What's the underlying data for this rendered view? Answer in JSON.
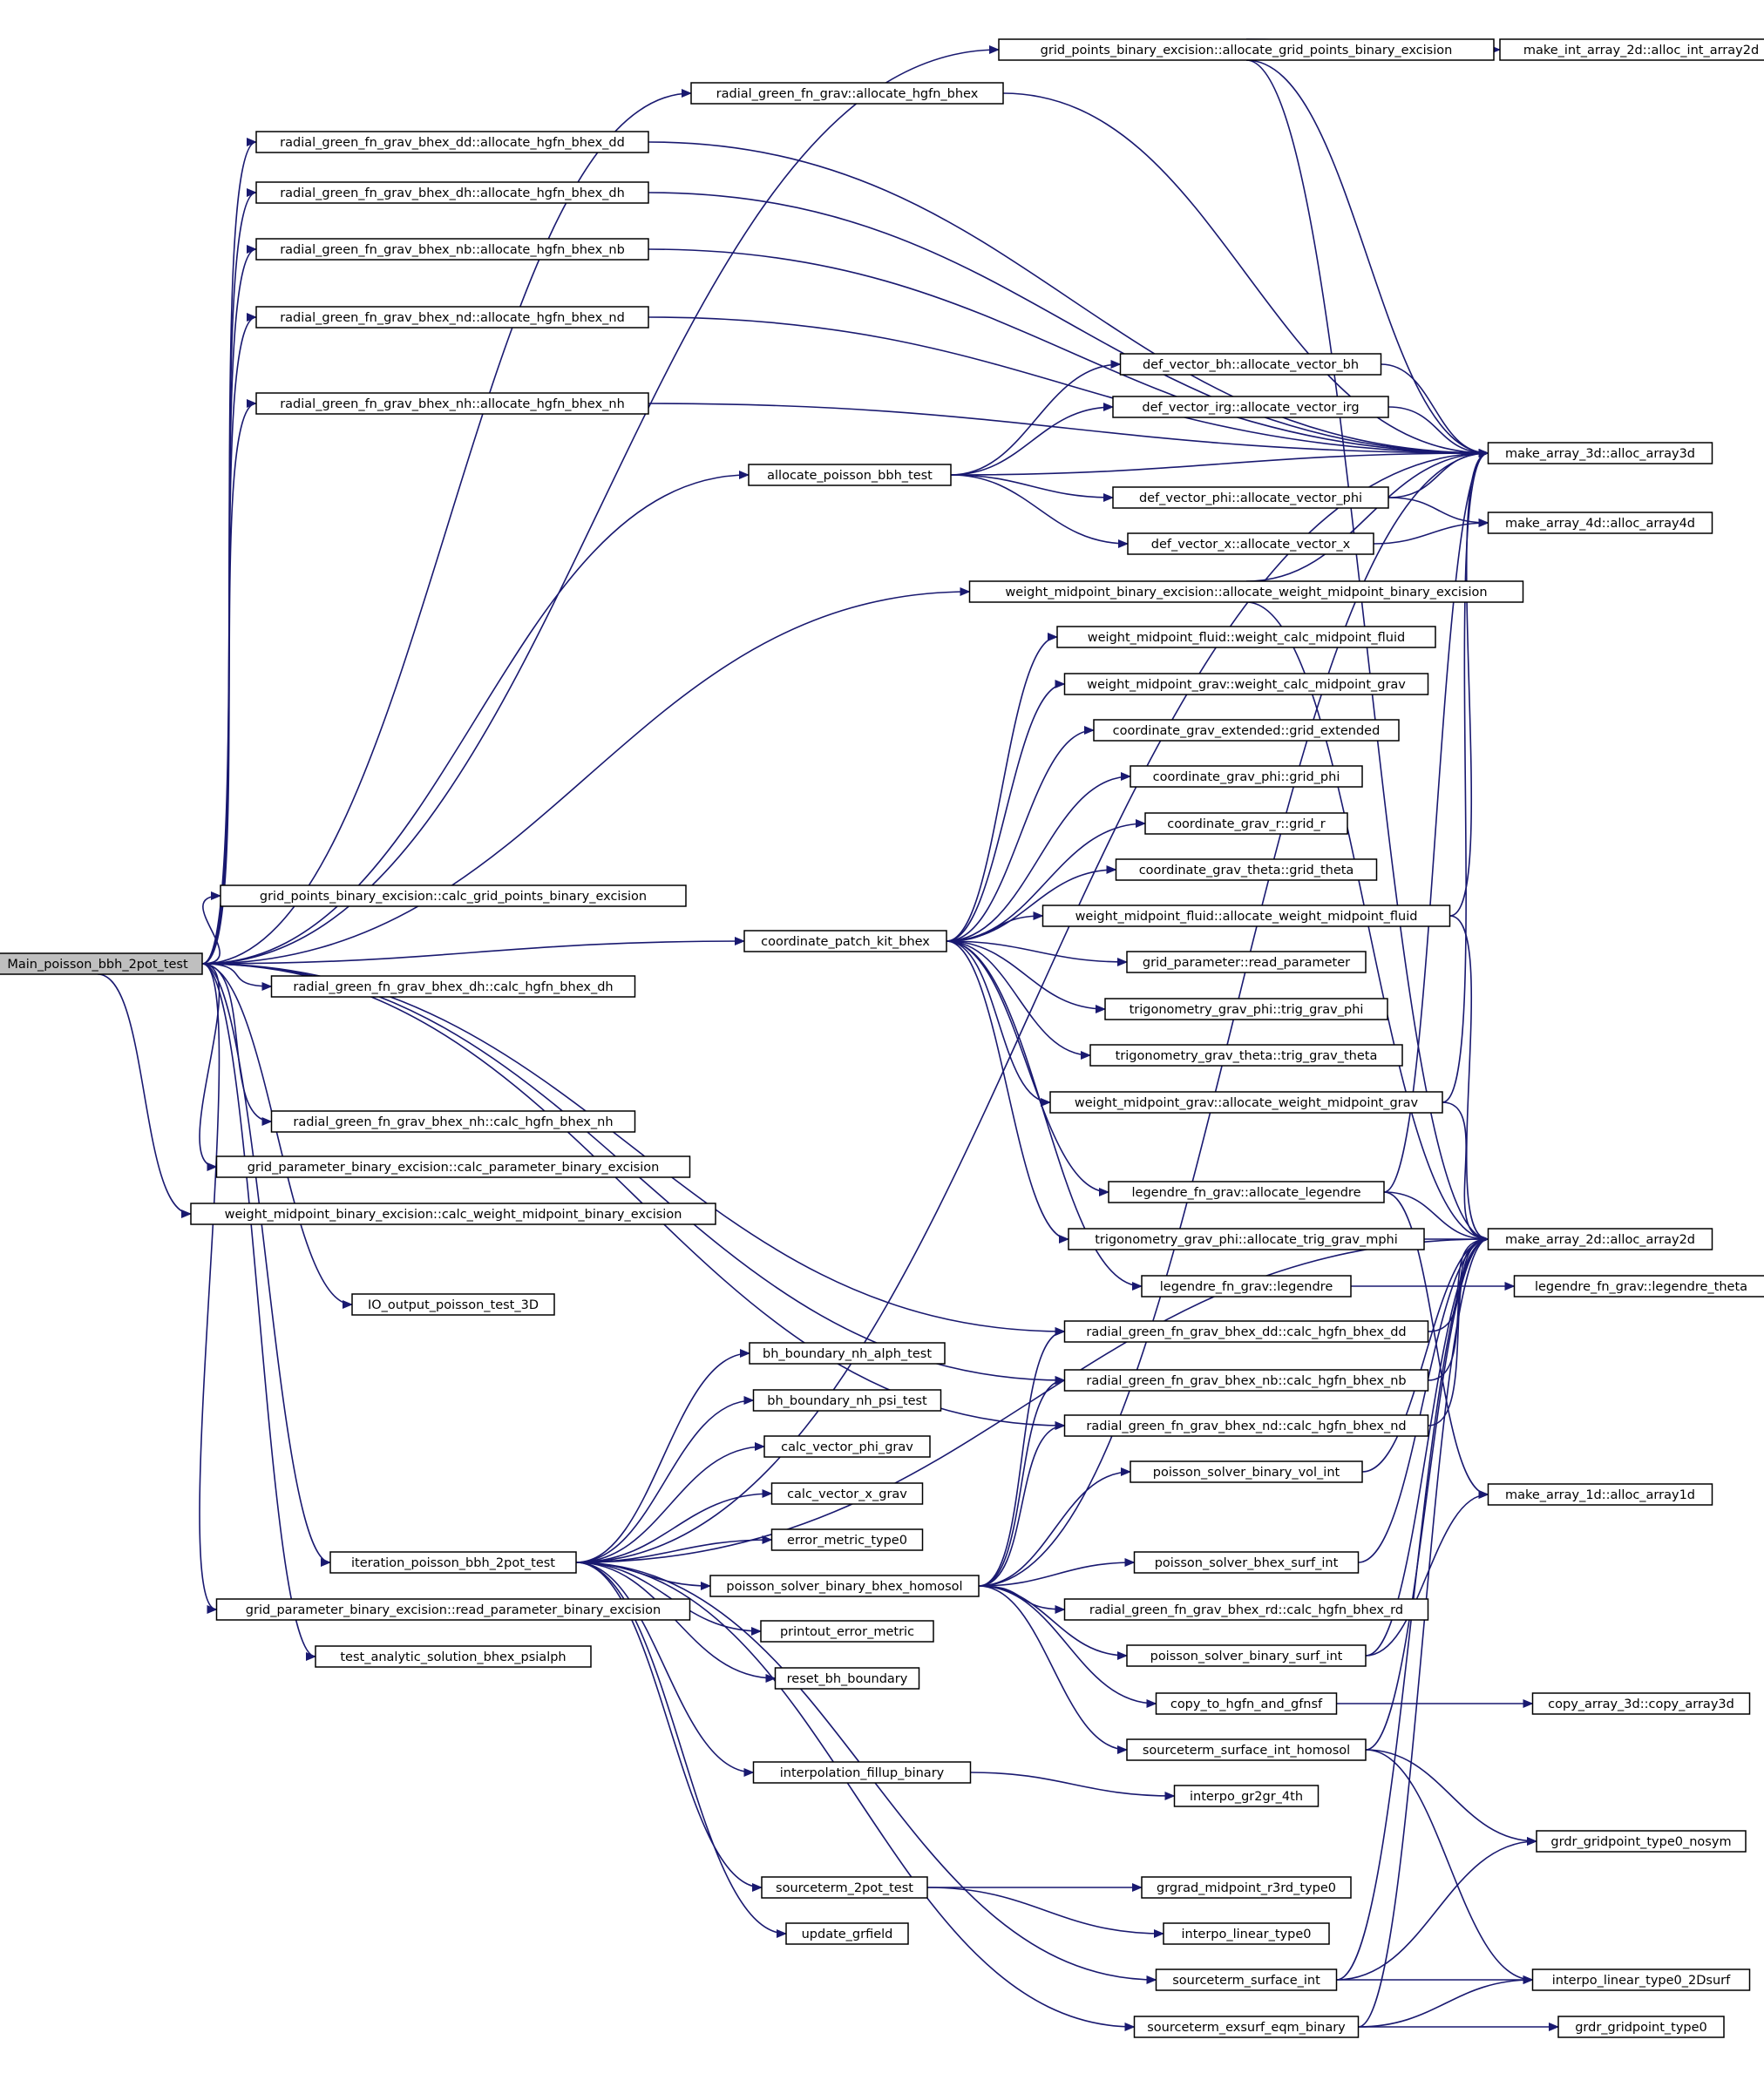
{
  "diagram": {
    "type": "call-graph",
    "colors": {
      "edge": "#191970",
      "root_fill": "#bfbfbf",
      "node_fill": "#ffffff",
      "border": "#000000"
    },
    "nodes": [
      {
        "id": "main",
        "label": "Main_poisson_bbh_2pot_test",
        "root": true
      },
      {
        "id": "gp_alloc",
        "label": "grid_points_binary_excision::allocate_grid_points_binary_excision"
      },
      {
        "id": "int2d",
        "label": "make_int_array_2d::alloc_int_array2d"
      },
      {
        "id": "rg_alloc",
        "label": "radial_green_fn_grav::allocate_hgfn_bhex"
      },
      {
        "id": "dd_alloc",
        "label": "radial_green_fn_grav_bhex_dd::allocate_hgfn_bhex_dd"
      },
      {
        "id": "dh_alloc",
        "label": "radial_green_fn_grav_bhex_dh::allocate_hgfn_bhex_dh"
      },
      {
        "id": "nb_alloc",
        "label": "radial_green_fn_grav_bhex_nb::allocate_hgfn_bhex_nb"
      },
      {
        "id": "nd_alloc",
        "label": "radial_green_fn_grav_bhex_nd::allocate_hgfn_bhex_nd"
      },
      {
        "id": "nh_alloc",
        "label": "radial_green_fn_grav_bhex_nh::allocate_hgfn_bhex_nh"
      },
      {
        "id": "vbh",
        "label": "def_vector_bh::allocate_vector_bh"
      },
      {
        "id": "virg",
        "label": "def_vector_irg::allocate_vector_irg"
      },
      {
        "id": "a3d",
        "label": "make_array_3d::alloc_array3d"
      },
      {
        "id": "apbt",
        "label": "allocate_poisson_bbh_test"
      },
      {
        "id": "vphi",
        "label": "def_vector_phi::allocate_vector_phi"
      },
      {
        "id": "a4d",
        "label": "make_array_4d::alloc_array4d"
      },
      {
        "id": "vx",
        "label": "def_vector_x::allocate_vector_x"
      },
      {
        "id": "wm_alloc",
        "label": "weight_midpoint_binary_excision::allocate_weight_midpoint_binary_excision"
      },
      {
        "id": "wmf_calc",
        "label": "weight_midpoint_fluid::weight_calc_midpoint_fluid"
      },
      {
        "id": "wmg_calc",
        "label": "weight_midpoint_grav::weight_calc_midpoint_grav"
      },
      {
        "id": "cge",
        "label": "coordinate_grav_extended::grid_extended"
      },
      {
        "id": "cgphi",
        "label": "coordinate_grav_phi::grid_phi"
      },
      {
        "id": "cgr",
        "label": "coordinate_grav_r::grid_r"
      },
      {
        "id": "cgth",
        "label": "coordinate_grav_theta::grid_theta"
      },
      {
        "id": "gp_calc",
        "label": "grid_points_binary_excision::calc_grid_points_binary_excision"
      },
      {
        "id": "wmf_alloc",
        "label": "weight_midpoint_fluid::allocate_weight_midpoint_fluid"
      },
      {
        "id": "cpk",
        "label": "coordinate_patch_kit_bhex"
      },
      {
        "id": "gpr",
        "label": "grid_parameter::read_parameter"
      },
      {
        "id": "dh_calc",
        "label": "radial_green_fn_grav_bhex_dh::calc_hgfn_bhex_dh"
      },
      {
        "id": "tphi",
        "label": "trigonometry_grav_phi::trig_grav_phi"
      },
      {
        "id": "tth",
        "label": "trigonometry_grav_theta::trig_grav_theta"
      },
      {
        "id": "wmg_alloc",
        "label": "weight_midpoint_grav::allocate_weight_midpoint_grav"
      },
      {
        "id": "nh_calc",
        "label": "radial_green_fn_grav_bhex_nh::calc_hgfn_bhex_nh"
      },
      {
        "id": "gpbe_calc",
        "label": "grid_parameter_binary_excision::calc_parameter_binary_excision"
      },
      {
        "id": "lalloc",
        "label": "legendre_fn_grav::allocate_legendre"
      },
      {
        "id": "wmbe_calc",
        "label": "weight_midpoint_binary_excision::calc_weight_midpoint_binary_excision"
      },
      {
        "id": "tmphi",
        "label": "trigonometry_grav_phi::allocate_trig_grav_mphi"
      },
      {
        "id": "a2d",
        "label": "make_array_2d::alloc_array2d"
      },
      {
        "id": "leg",
        "label": "legendre_fn_grav::legendre"
      },
      {
        "id": "legth",
        "label": "legendre_fn_grav::legendre_theta"
      },
      {
        "id": "io",
        "label": "IO_output_poisson_test_3D"
      },
      {
        "id": "dd_calc",
        "label": "radial_green_fn_grav_bhex_dd::calc_hgfn_bhex_dd"
      },
      {
        "id": "alph",
        "label": "bh_boundary_nh_alph_test"
      },
      {
        "id": "nb_calc",
        "label": "radial_green_fn_grav_bhex_nb::calc_hgfn_bhex_nb"
      },
      {
        "id": "psi",
        "label": "bh_boundary_nh_psi_test"
      },
      {
        "id": "nd_calc",
        "label": "radial_green_fn_grav_bhex_nd::calc_hgfn_bhex_nd"
      },
      {
        "id": "cvphi",
        "label": "calc_vector_phi_grav"
      },
      {
        "id": "psbvi",
        "label": "poisson_solver_binary_vol_int"
      },
      {
        "id": "cvx",
        "label": "calc_vector_x_grav"
      },
      {
        "id": "a1d",
        "label": "make_array_1d::alloc_array1d"
      },
      {
        "id": "emt",
        "label": "error_metric_type0"
      },
      {
        "id": "ipbt",
        "label": "iteration_poisson_bbh_2pot_test"
      },
      {
        "id": "psbsi",
        "label": "poisson_solver_bhex_surf_int"
      },
      {
        "id": "psbbh",
        "label": "poisson_solver_binary_bhex_homosol"
      },
      {
        "id": "gpbe_read",
        "label": "grid_parameter_binary_excision::read_parameter_binary_excision"
      },
      {
        "id": "rd_calc",
        "label": "radial_green_fn_grav_bhex_rd::calc_hgfn_bhex_rd"
      },
      {
        "id": "pem",
        "label": "printout_error_metric"
      },
      {
        "id": "tas",
        "label": "test_analytic_solution_bhex_psialph"
      },
      {
        "id": "psbsurf",
        "label": "poisson_solver_binary_surf_int"
      },
      {
        "id": "rbb",
        "label": "reset_bh_boundary"
      },
      {
        "id": "cth",
        "label": "copy_to_hgfn_and_gfnsf"
      },
      {
        "id": "c3d",
        "label": "copy_array_3d::copy_array3d"
      },
      {
        "id": "ssih",
        "label": "sourceterm_surface_int_homosol"
      },
      {
        "id": "ifb",
        "label": "interpolation_fillup_binary"
      },
      {
        "id": "ig2g",
        "label": "interpo_gr2gr_4th"
      },
      {
        "id": "gt0n",
        "label": "grdr_gridpoint_type0_nosym"
      },
      {
        "id": "s2p",
        "label": "sourceterm_2pot_test"
      },
      {
        "id": "ggm",
        "label": "grgrad_midpoint_r3rd_type0"
      },
      {
        "id": "ilt0",
        "label": "interpo_linear_type0"
      },
      {
        "id": "ugr",
        "label": "update_grfield"
      },
      {
        "id": "ssi",
        "label": "sourceterm_surface_int"
      },
      {
        "id": "ilt2",
        "label": "interpo_linear_type0_2Dsurf"
      },
      {
        "id": "seb",
        "label": "sourceterm_exsurf_eqm_binary"
      },
      {
        "id": "gt0",
        "label": "grdr_gridpoint_type0"
      }
    ],
    "edges": [
      [
        "main",
        "gp_alloc"
      ],
      [
        "main",
        "rg_alloc"
      ],
      [
        "main",
        "dd_alloc"
      ],
      [
        "main",
        "dh_alloc"
      ],
      [
        "main",
        "nb_alloc"
      ],
      [
        "main",
        "nd_alloc"
      ],
      [
        "main",
        "nh_alloc"
      ],
      [
        "main",
        "apbt"
      ],
      [
        "main",
        "wm_alloc"
      ],
      [
        "main",
        "gp_calc"
      ],
      [
        "main",
        "cpk"
      ],
      [
        "main",
        "dh_calc"
      ],
      [
        "main",
        "nh_calc"
      ],
      [
        "main",
        "gpbe_calc"
      ],
      [
        "main",
        "wmbe_calc"
      ],
      [
        "main",
        "io"
      ],
      [
        "main",
        "ipbt"
      ],
      [
        "main",
        "gpbe_read"
      ],
      [
        "main",
        "tas"
      ],
      [
        "main",
        "dd_calc"
      ],
      [
        "main",
        "nb_calc"
      ],
      [
        "main",
        "nd_calc"
      ],
      [
        "gp_alloc",
        "int2d"
      ],
      [
        "gp_alloc",
        "a3d"
      ],
      [
        "gp_alloc",
        "a2d"
      ],
      [
        "rg_alloc",
        "a3d"
      ],
      [
        "dd_alloc",
        "a3d"
      ],
      [
        "dh_alloc",
        "a3d"
      ],
      [
        "nb_alloc",
        "a3d"
      ],
      [
        "nd_alloc",
        "a3d"
      ],
      [
        "nh_alloc",
        "a3d"
      ],
      [
        "apbt",
        "vbh"
      ],
      [
        "apbt",
        "virg"
      ],
      [
        "apbt",
        "a3d"
      ],
      [
        "apbt",
        "vphi"
      ],
      [
        "apbt",
        "vx"
      ],
      [
        "vbh",
        "a3d"
      ],
      [
        "virg",
        "a3d"
      ],
      [
        "vphi",
        "a3d"
      ],
      [
        "vphi",
        "a4d"
      ],
      [
        "vx",
        "a4d"
      ],
      [
        "wm_alloc",
        "a3d"
      ],
      [
        "wm_alloc",
        "a2d"
      ],
      [
        "cpk",
        "wmf_calc"
      ],
      [
        "cpk",
        "wmg_calc"
      ],
      [
        "cpk",
        "cge"
      ],
      [
        "cpk",
        "cgphi"
      ],
      [
        "cpk",
        "cgr"
      ],
      [
        "cpk",
        "cgth"
      ],
      [
        "cpk",
        "wmf_alloc"
      ],
      [
        "cpk",
        "gpr"
      ],
      [
        "cpk",
        "tphi"
      ],
      [
        "cpk",
        "tth"
      ],
      [
        "cpk",
        "wmg_alloc"
      ],
      [
        "cpk",
        "lalloc"
      ],
      [
        "cpk",
        "tmphi"
      ],
      [
        "cpk",
        "leg"
      ],
      [
        "wmf_alloc",
        "a3d"
      ],
      [
        "wmf_alloc",
        "a2d"
      ],
      [
        "wmg_alloc",
        "a3d"
      ],
      [
        "wmg_alloc",
        "a2d"
      ],
      [
        "lalloc",
        "a3d"
      ],
      [
        "lalloc",
        "a2d"
      ],
      [
        "lalloc",
        "a1d"
      ],
      [
        "tmphi",
        "a2d"
      ],
      [
        "leg",
        "legth"
      ],
      [
        "ipbt",
        "a3d"
      ],
      [
        "ipbt",
        "alph"
      ],
      [
        "ipbt",
        "psi"
      ],
      [
        "ipbt",
        "cvphi"
      ],
      [
        "ipbt",
        "cvx"
      ],
      [
        "ipbt",
        "emt"
      ],
      [
        "ipbt",
        "psbbh"
      ],
      [
        "ipbt",
        "pem"
      ],
      [
        "ipbt",
        "rbb"
      ],
      [
        "ipbt",
        "ifb"
      ],
      [
        "ipbt",
        "s2p"
      ],
      [
        "ipbt",
        "ugr"
      ],
      [
        "ipbt",
        "ssi"
      ],
      [
        "ipbt",
        "seb"
      ],
      [
        "ipbt",
        "a2d"
      ],
      [
        "psbbh",
        "dd_calc"
      ],
      [
        "psbbh",
        "nb_calc"
      ],
      [
        "psbbh",
        "nd_calc"
      ],
      [
        "psbbh",
        "psbvi"
      ],
      [
        "psbbh",
        "a3d"
      ],
      [
        "psbbh",
        "psbsi"
      ],
      [
        "psbbh",
        "rd_calc"
      ],
      [
        "psbbh",
        "psbsurf"
      ],
      [
        "psbbh",
        "cth"
      ],
      [
        "psbbh",
        "ssih"
      ],
      [
        "dd_calc",
        "a2d"
      ],
      [
        "nb_calc",
        "a2d"
      ],
      [
        "nd_calc",
        "a2d"
      ],
      [
        "psbvi",
        "a2d"
      ],
      [
        "psbsi",
        "a2d"
      ],
      [
        "psbsurf",
        "a2d"
      ],
      [
        "psbsurf",
        "a1d"
      ],
      [
        "cth",
        "c3d"
      ],
      [
        "ssih",
        "a2d"
      ],
      [
        "ssih",
        "gt0n"
      ],
      [
        "ssih",
        "ilt2"
      ],
      [
        "ifb",
        "ig2g"
      ],
      [
        "s2p",
        "ggm"
      ],
      [
        "s2p",
        "ilt0"
      ],
      [
        "ssi",
        "gt0n"
      ],
      [
        "ssi",
        "ilt2"
      ],
      [
        "ssi",
        "a2d"
      ],
      [
        "seb",
        "ilt2"
      ],
      [
        "seb",
        "gt0"
      ],
      [
        "seb",
        "a2d"
      ]
    ]
  }
}
